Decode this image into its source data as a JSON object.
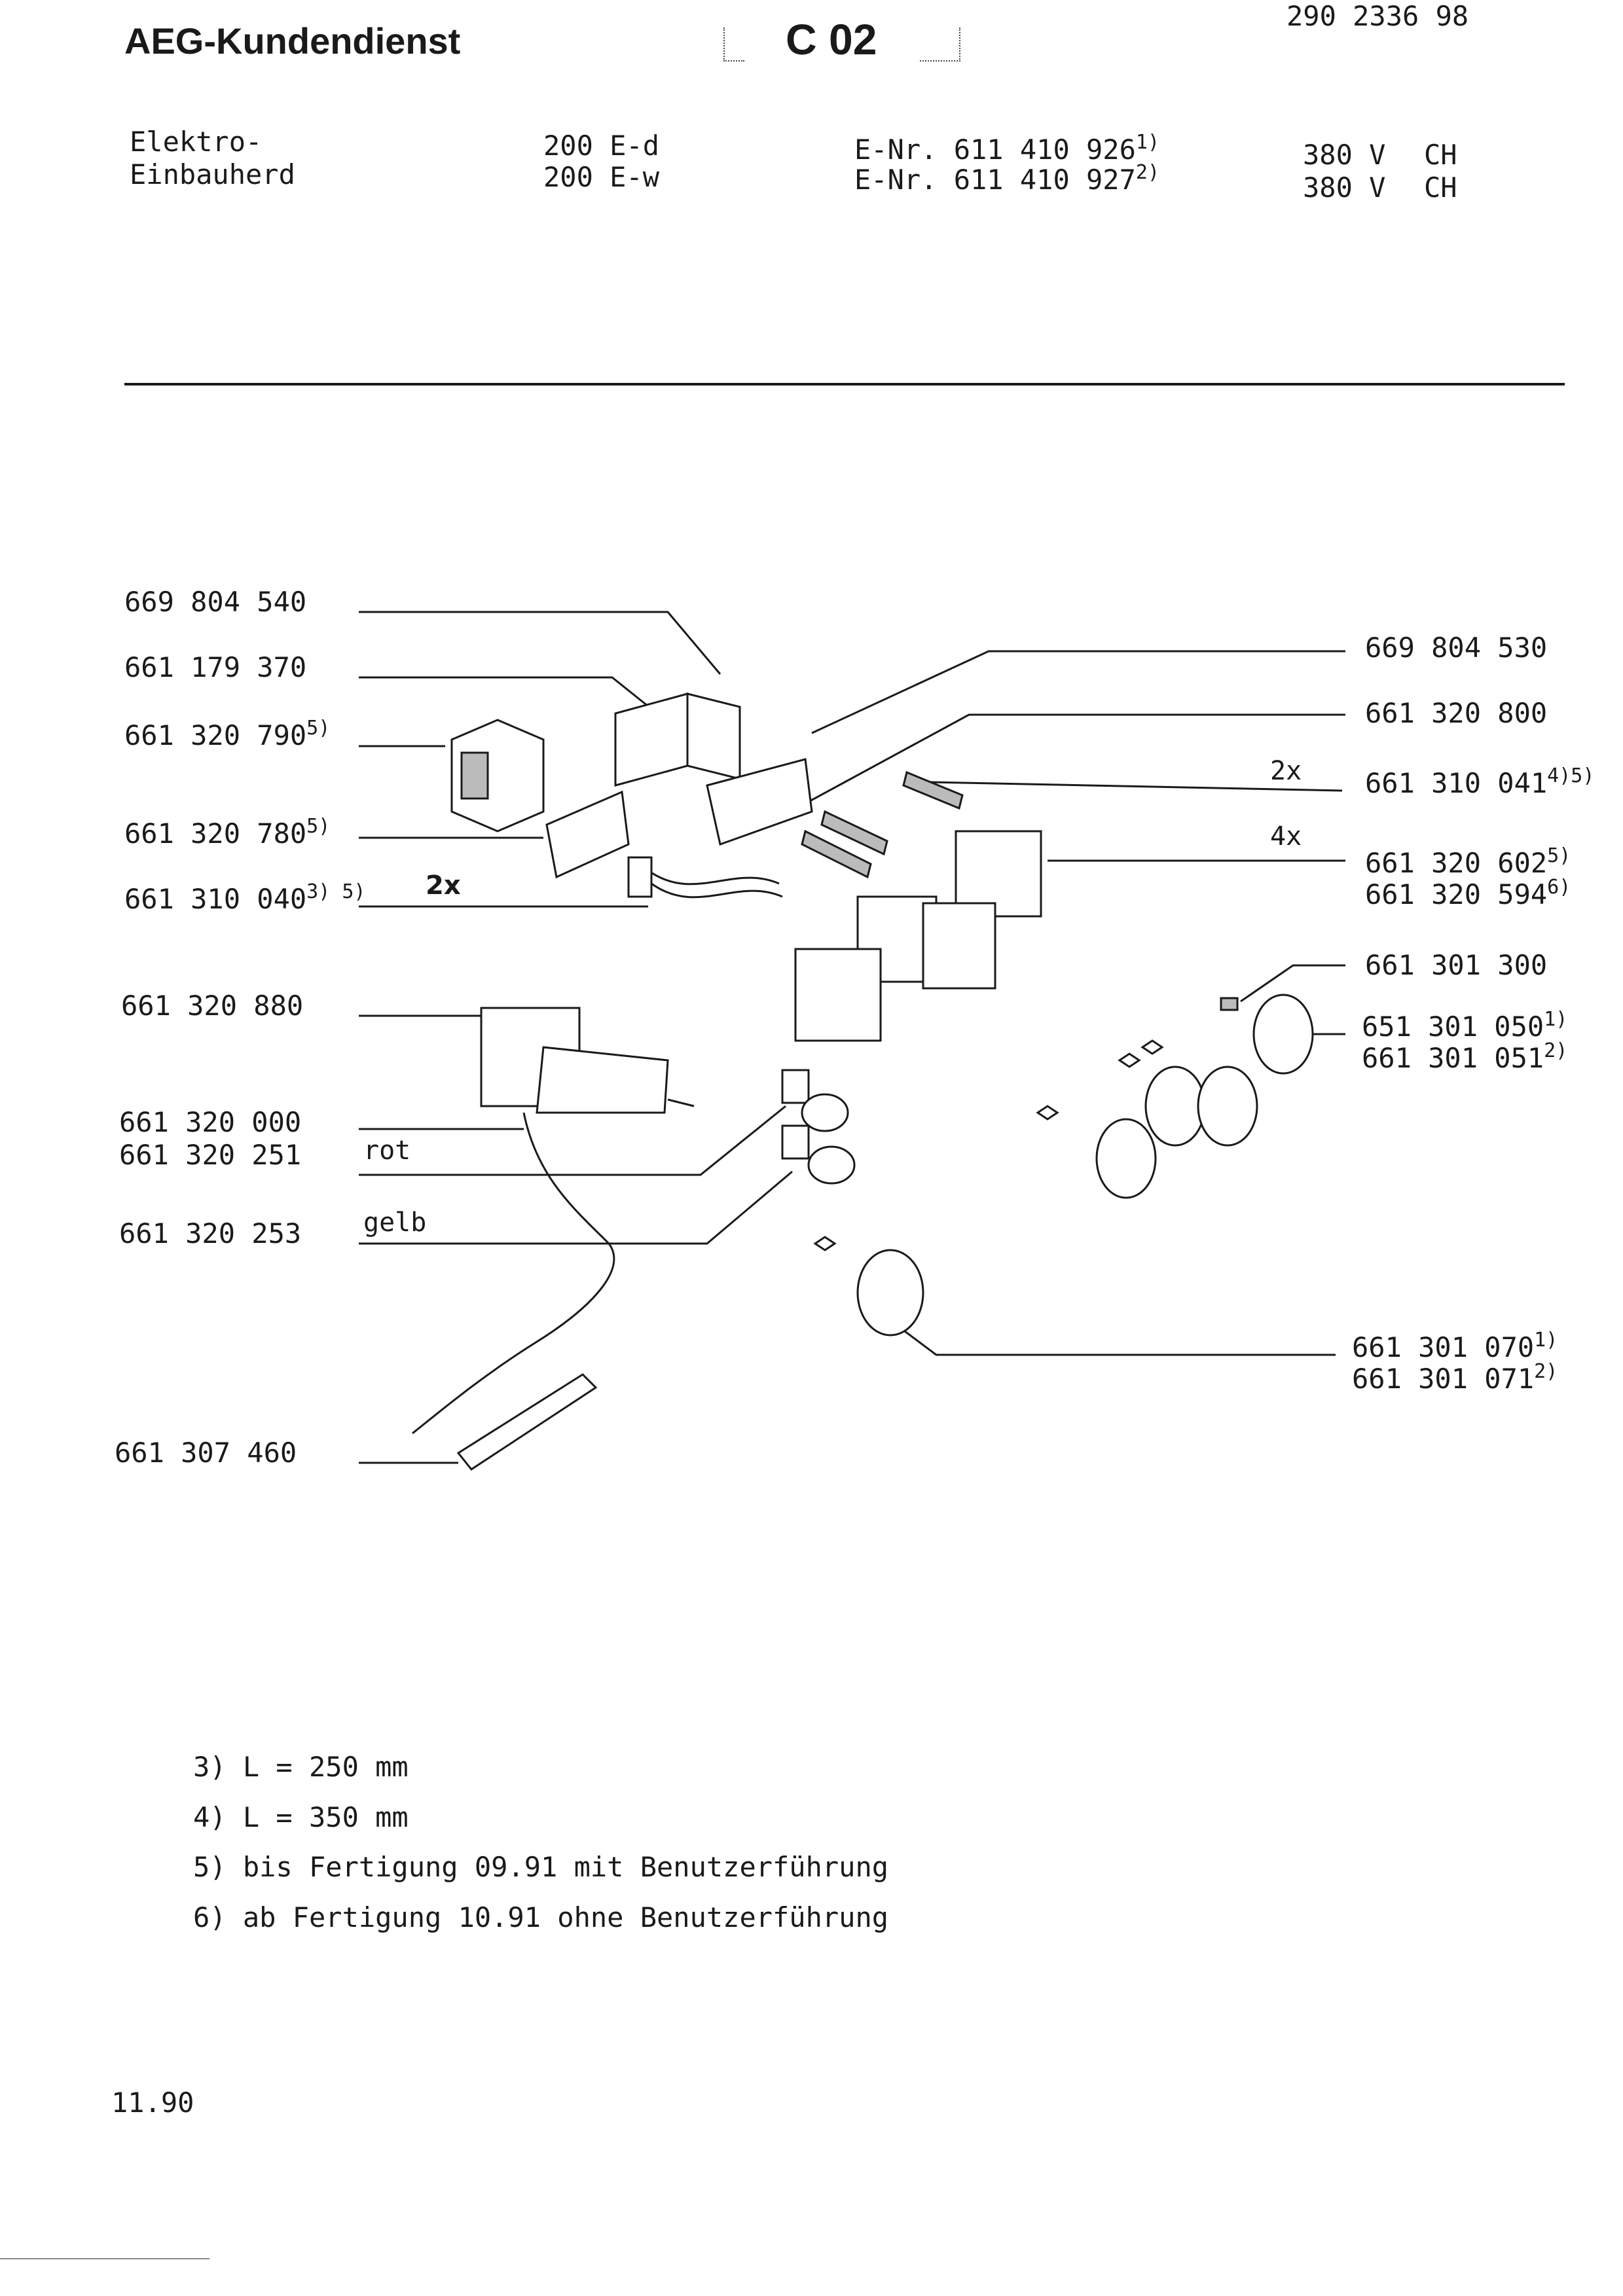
{
  "header": {
    "brand": "AEG-Kundendienst",
    "code": "C 02",
    "doc_number": "290 2336 98"
  },
  "product": {
    "name_line1": "Elektro-",
    "name_line2": "Einbauherd",
    "models": [
      {
        "model": "200 E-d",
        "enr_prefix": "E-Nr.",
        "enr": "611 410 926",
        "note": "1)",
        "voltage": "380 V",
        "country": "CH"
      },
      {
        "model": "200 E-w",
        "enr_prefix": "E-Nr.",
        "enr": "611 410 927",
        "note": "2)",
        "voltage": "380 V",
        "country": "CH"
      }
    ]
  },
  "left_labels": [
    {
      "id": "l1",
      "text": "669 804 540",
      "note": ""
    },
    {
      "id": "l2",
      "text": "661 179 370",
      "note": ""
    },
    {
      "id": "l3",
      "text": "661 320 790",
      "note": "5)"
    },
    {
      "id": "l4",
      "text": "661 320 780",
      "note": "5)"
    },
    {
      "id": "l5",
      "text": "661 310 040",
      "note": "3) 5)",
      "qty": "2x"
    },
    {
      "id": "l6",
      "text": "661 320 880",
      "note": ""
    },
    {
      "id": "l7",
      "text": "661 320 000",
      "note": ""
    },
    {
      "id": "l8",
      "text": "661 320 251",
      "note": "",
      "wire": "rot"
    },
    {
      "id": "l9",
      "text": "661 320 253",
      "note": "",
      "wire": "gelb"
    },
    {
      "id": "l10",
      "text": "661 307 460",
      "note": ""
    }
  ],
  "right_labels": [
    {
      "id": "r1",
      "text": "669 804 530",
      "note": ""
    },
    {
      "id": "r2",
      "text": "661 320 800",
      "note": ""
    },
    {
      "id": "r3",
      "text": "661 310 041",
      "note": "4)5)",
      "qty": "2x"
    },
    {
      "id": "r4",
      "text": "661 320 602",
      "note": "5)",
      "qty": "4x"
    },
    {
      "id": "r5",
      "text": "661 320 594",
      "note": "6)"
    },
    {
      "id": "r6",
      "text": "661 301 300",
      "note": ""
    },
    {
      "id": "r7",
      "text": "651 301 050",
      "note": "1)"
    },
    {
      "id": "r8",
      "text": "661 301 051",
      "note": "2)"
    },
    {
      "id": "r9",
      "text": "661 301 070",
      "note": "1)"
    },
    {
      "id": "r10",
      "text": "661 301 071",
      "note": "2)"
    }
  ],
  "footnotes": [
    "3) L = 250 mm",
    "4) L = 350 mm",
    "5) bis Fertigung 09.91  mit Benutzerführung",
    "6) ab  Fertigung 10.91 ohne Benutzerführung"
  ],
  "date": "11.90"
}
